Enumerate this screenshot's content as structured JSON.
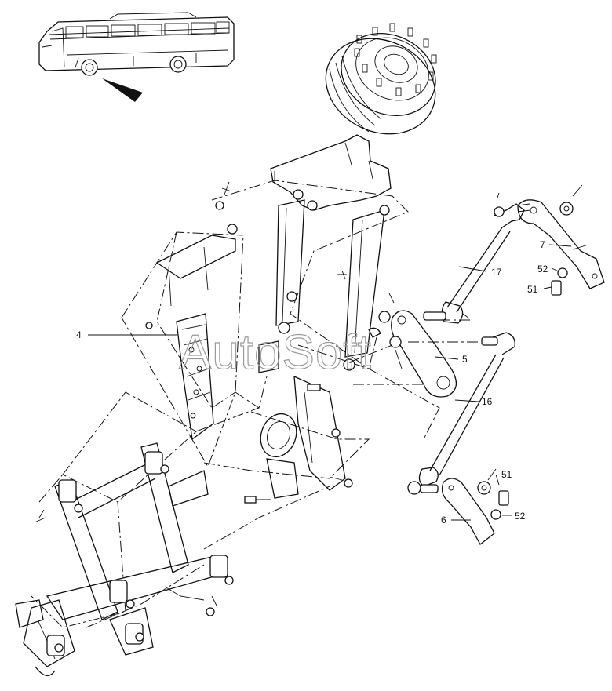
{
  "watermark": "AutoSoft",
  "callouts": [
    {
      "id": "c4",
      "label": "4"
    },
    {
      "id": "c5",
      "label": "5"
    },
    {
      "id": "c6",
      "label": "6"
    },
    {
      "id": "c7",
      "label": "7"
    },
    {
      "id": "c16",
      "label": "16"
    },
    {
      "id": "c17",
      "label": "17"
    },
    {
      "id": "c51a",
      "label": "51"
    },
    {
      "id": "c51b",
      "label": "51"
    },
    {
      "id": "c52a",
      "label": "52"
    },
    {
      "id": "c52b",
      "label": "52"
    }
  ],
  "colors": {
    "ink": "#111111",
    "watermark": "#9a9a9a",
    "paper": "#ffffff"
  }
}
